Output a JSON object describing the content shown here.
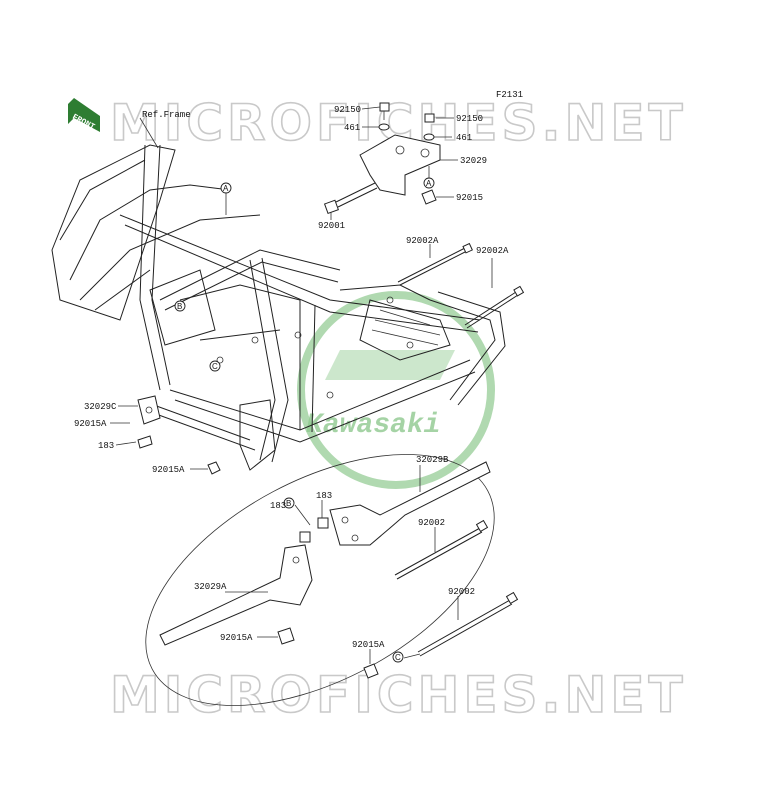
{
  "figure_code": "F2131",
  "watermark": "MICROFICHES.NET",
  "front_marker": "FRONT",
  "brand_logo": "Kawasaki",
  "labels": {
    "ref_frame": "Ref.Frame",
    "p92150_a": "92150",
    "p461_a": "461",
    "p92150_b": "92150",
    "p461_b": "461",
    "p32029": "32029",
    "pA_top": "A",
    "p92015": "92015",
    "p92001": "92001",
    "p92002A_1": "92002A",
    "p92002A_2": "92002A",
    "pA_frame": "A",
    "pB_frame": "B",
    "pC_frame": "C",
    "p32029C": "32029C",
    "p92015A_1": "92015A",
    "p183_1": "183",
    "p92015A_2": "92015A",
    "p32029B": "32029B",
    "pB_detail": "B",
    "p183_2": "183",
    "p183_3": "183",
    "p92002_1": "92002",
    "p32029A": "32029A",
    "p92002_2": "92002",
    "p92015A_3": "92015A",
    "p92015A_4": "92015A",
    "pC_detail": "C"
  },
  "colors": {
    "front_arrow": "#2e7d32",
    "logo": "#8fc98f",
    "watermark": "#c9c9c9",
    "line": "#222222"
  }
}
